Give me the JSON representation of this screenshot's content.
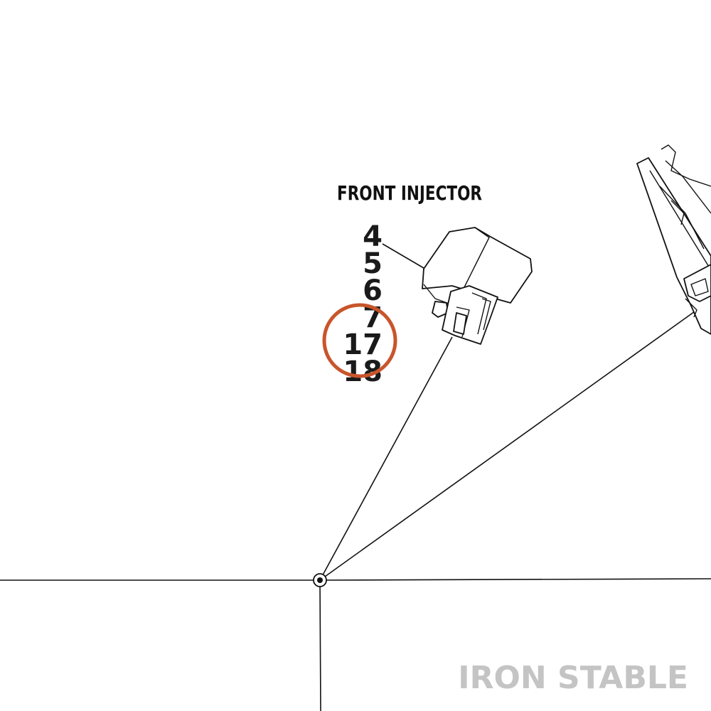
{
  "title": "FRONT INJECTOR",
  "pins": [
    "4",
    "5",
    "6",
    "7",
    "17",
    "18"
  ],
  "highlighted_pin": "17",
  "watermark": "IRON STABLE",
  "colors": {
    "line": "#111111",
    "highlight": "#c8552b",
    "watermark": "#c4c4c4",
    "background": "#ffffff"
  },
  "icons": {
    "connector": "injector-connector-icon",
    "junction": "junction-node-icon"
  }
}
